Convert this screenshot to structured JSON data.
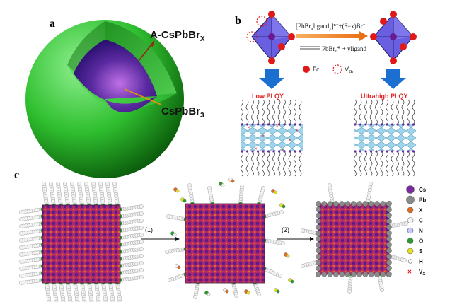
{
  "panel_a": {
    "letter": "a",
    "shell_label": "A-CsPbBr",
    "shell_sub": "X",
    "core_label": "CsPbBr",
    "core_sub": "3",
    "colors": {
      "shell": "#2fbf2f",
      "core": "#5a2aa0"
    }
  },
  "panel_b": {
    "letter": "b",
    "eq_top": "[PbBr",
    "eq_top_x": "x",
    "eq_top_ligand": "ligand",
    "eq_top_y": "y",
    "eq_top_charge": "]",
    "eq_top_sup": "n−",
    "eq_top_rest": "+(6−x)Br",
    "eq_top_rest_sup": "−",
    "eq_bottom": "PbBr",
    "eq_bottom_sub": "6",
    "eq_bottom_sup": "4−",
    "eq_bottom_rest": "+ yligand",
    "legend_br": "Br",
    "legend_vbr": "V",
    "legend_vbr_sub": "Br",
    "low_plqy": "Low PLQY",
    "high_plqy": "Ultrahigh PLQY",
    "colors": {
      "octahedron": "#6a5fe0",
      "br": "#e01818",
      "arrow": "#f07820",
      "down_arrow": "#1a6fd0",
      "lattice": "#8fc8e0"
    }
  },
  "panel_c": {
    "letter": "c",
    "step1": "(1)",
    "step2": "(2)",
    "legend": [
      {
        "label": "Cs",
        "color": "#7a2aa0",
        "symbol": "circle-large"
      },
      {
        "label": "Pb",
        "color": "#8a8a8a",
        "symbol": "circle-large"
      },
      {
        "label": "X",
        "color": "#e06a20",
        "symbol": "circle"
      },
      {
        "label": "C",
        "color": "#f4f4f4",
        "symbol": "circle"
      },
      {
        "label": "N",
        "color": "#c8c8ff",
        "symbol": "circle"
      },
      {
        "label": "O",
        "color": "#2a9a2a",
        "symbol": "circle"
      },
      {
        "label": "S",
        "color": "#e8e020",
        "symbol": "circle"
      },
      {
        "label": "H",
        "color": "#ffffff",
        "symbol": "circle-small"
      },
      {
        "label": "V",
        "label_sub": "X",
        "color": "#e01818",
        "symbol": "cross"
      }
    ]
  }
}
